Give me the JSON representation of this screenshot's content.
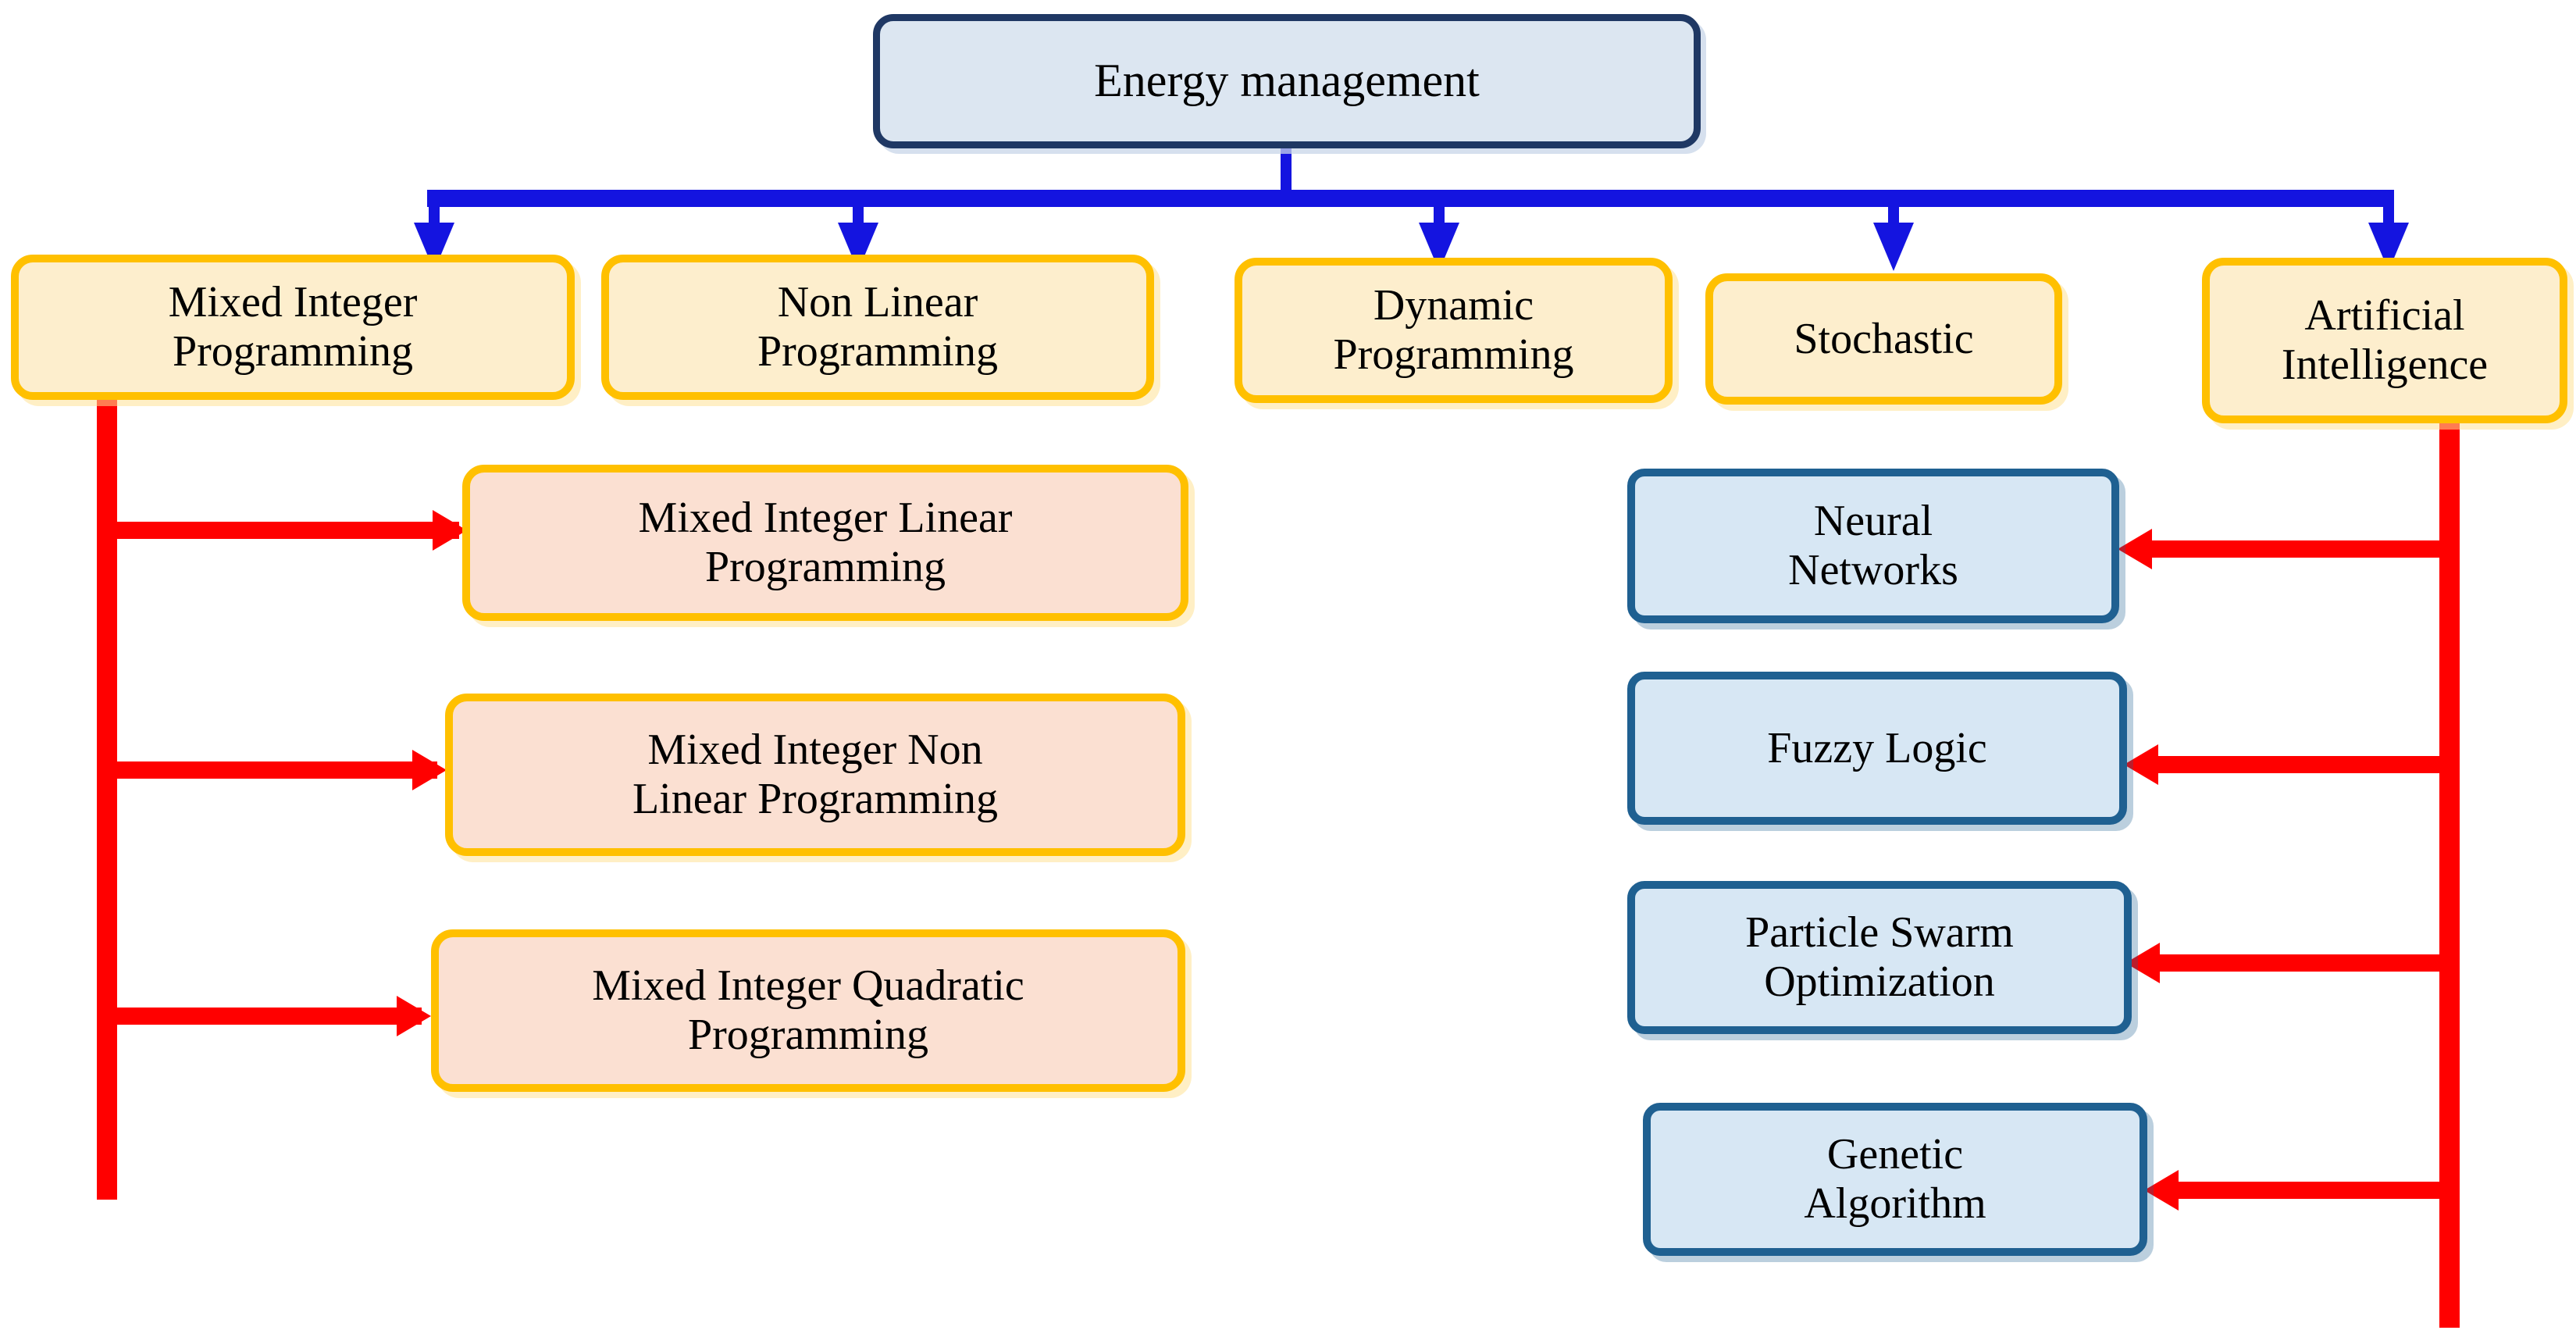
{
  "diagram": {
    "title": "Energy management",
    "root": {
      "label": "Energy management"
    },
    "methods": [
      {
        "id": "mip",
        "label": "Mixed Integer\nProgramming"
      },
      {
        "id": "nlp",
        "label": "Non Linear\nProgramming"
      },
      {
        "id": "dp",
        "label": "Dynamic\nProgramming"
      },
      {
        "id": "stochastic",
        "label": "Stochastic"
      },
      {
        "id": "ai",
        "label": "Artificial\nIntelligence"
      }
    ],
    "mip_children": [
      {
        "id": "milp",
        "label": "Mixed Integer Linear\nProgramming"
      },
      {
        "id": "minlp",
        "label": "Mixed Integer Non\nLinear Programming"
      },
      {
        "id": "miqp",
        "label": "Mixed Integer Quadratic\nProgramming"
      }
    ],
    "ai_children": [
      {
        "id": "nn",
        "label": "Neural\nNetworks"
      },
      {
        "id": "fl",
        "label": "Fuzzy Logic"
      },
      {
        "id": "pso",
        "label": "Particle Swarm\nOptimization"
      },
      {
        "id": "ga",
        "label": "Genetic\nAlgorithm"
      }
    ],
    "colors": {
      "root_fill": "#dce6f1",
      "root_border": "#1f3864",
      "amber_fill": "#fdeecd",
      "amber_border": "#ffc000",
      "peach_fill": "#fbe0d2",
      "steel_fill": "#d7e7f4",
      "steel_border": "#1f6091",
      "blue_connector": "#1414e0",
      "red_connector": "#ff0000",
      "text": "#000000",
      "background": "#ffffff"
    }
  }
}
